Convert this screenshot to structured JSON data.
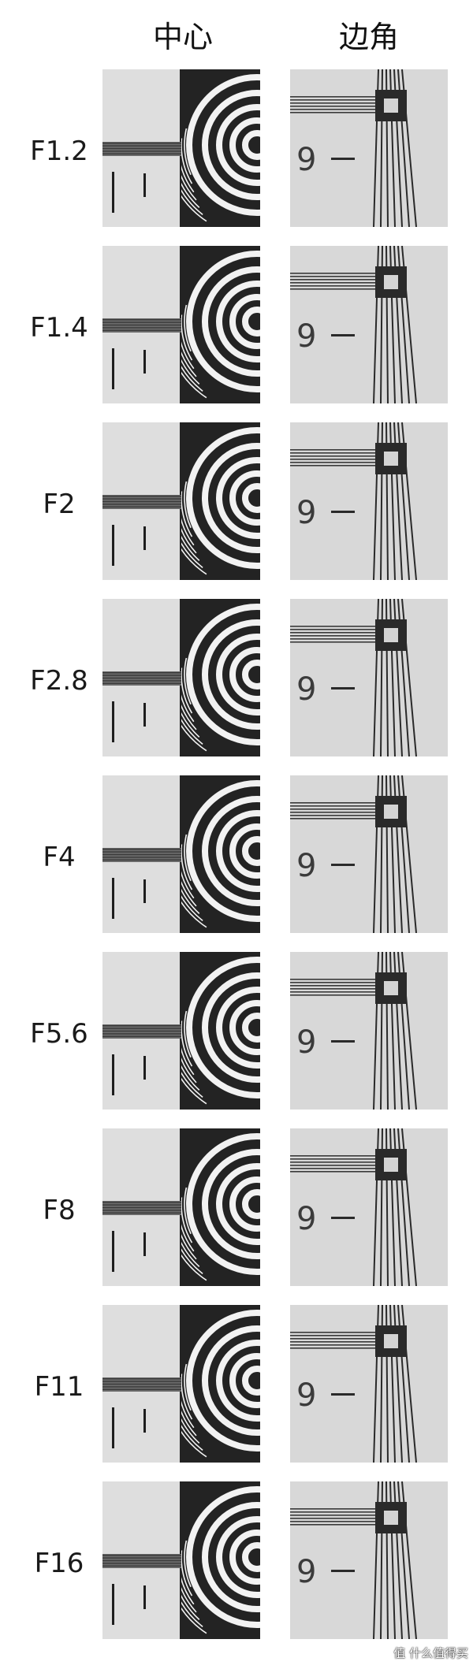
{
  "headers": {
    "center": "中心",
    "corner": "边角"
  },
  "rows": [
    {
      "label": "F1.2"
    },
    {
      "label": "F1.4"
    },
    {
      "label": "F2"
    },
    {
      "label": "F2.8"
    },
    {
      "label": "F4"
    },
    {
      "label": "F5.6"
    },
    {
      "label": "F8"
    },
    {
      "label": "F11"
    },
    {
      "label": "F16"
    }
  ],
  "corner_digit": "9",
  "watermark": "值 什么值得买",
  "colors": {
    "chart_paper": "#d8d8d8",
    "ink": "#1e1e1e",
    "light_ring": "#f2f2f2"
  }
}
